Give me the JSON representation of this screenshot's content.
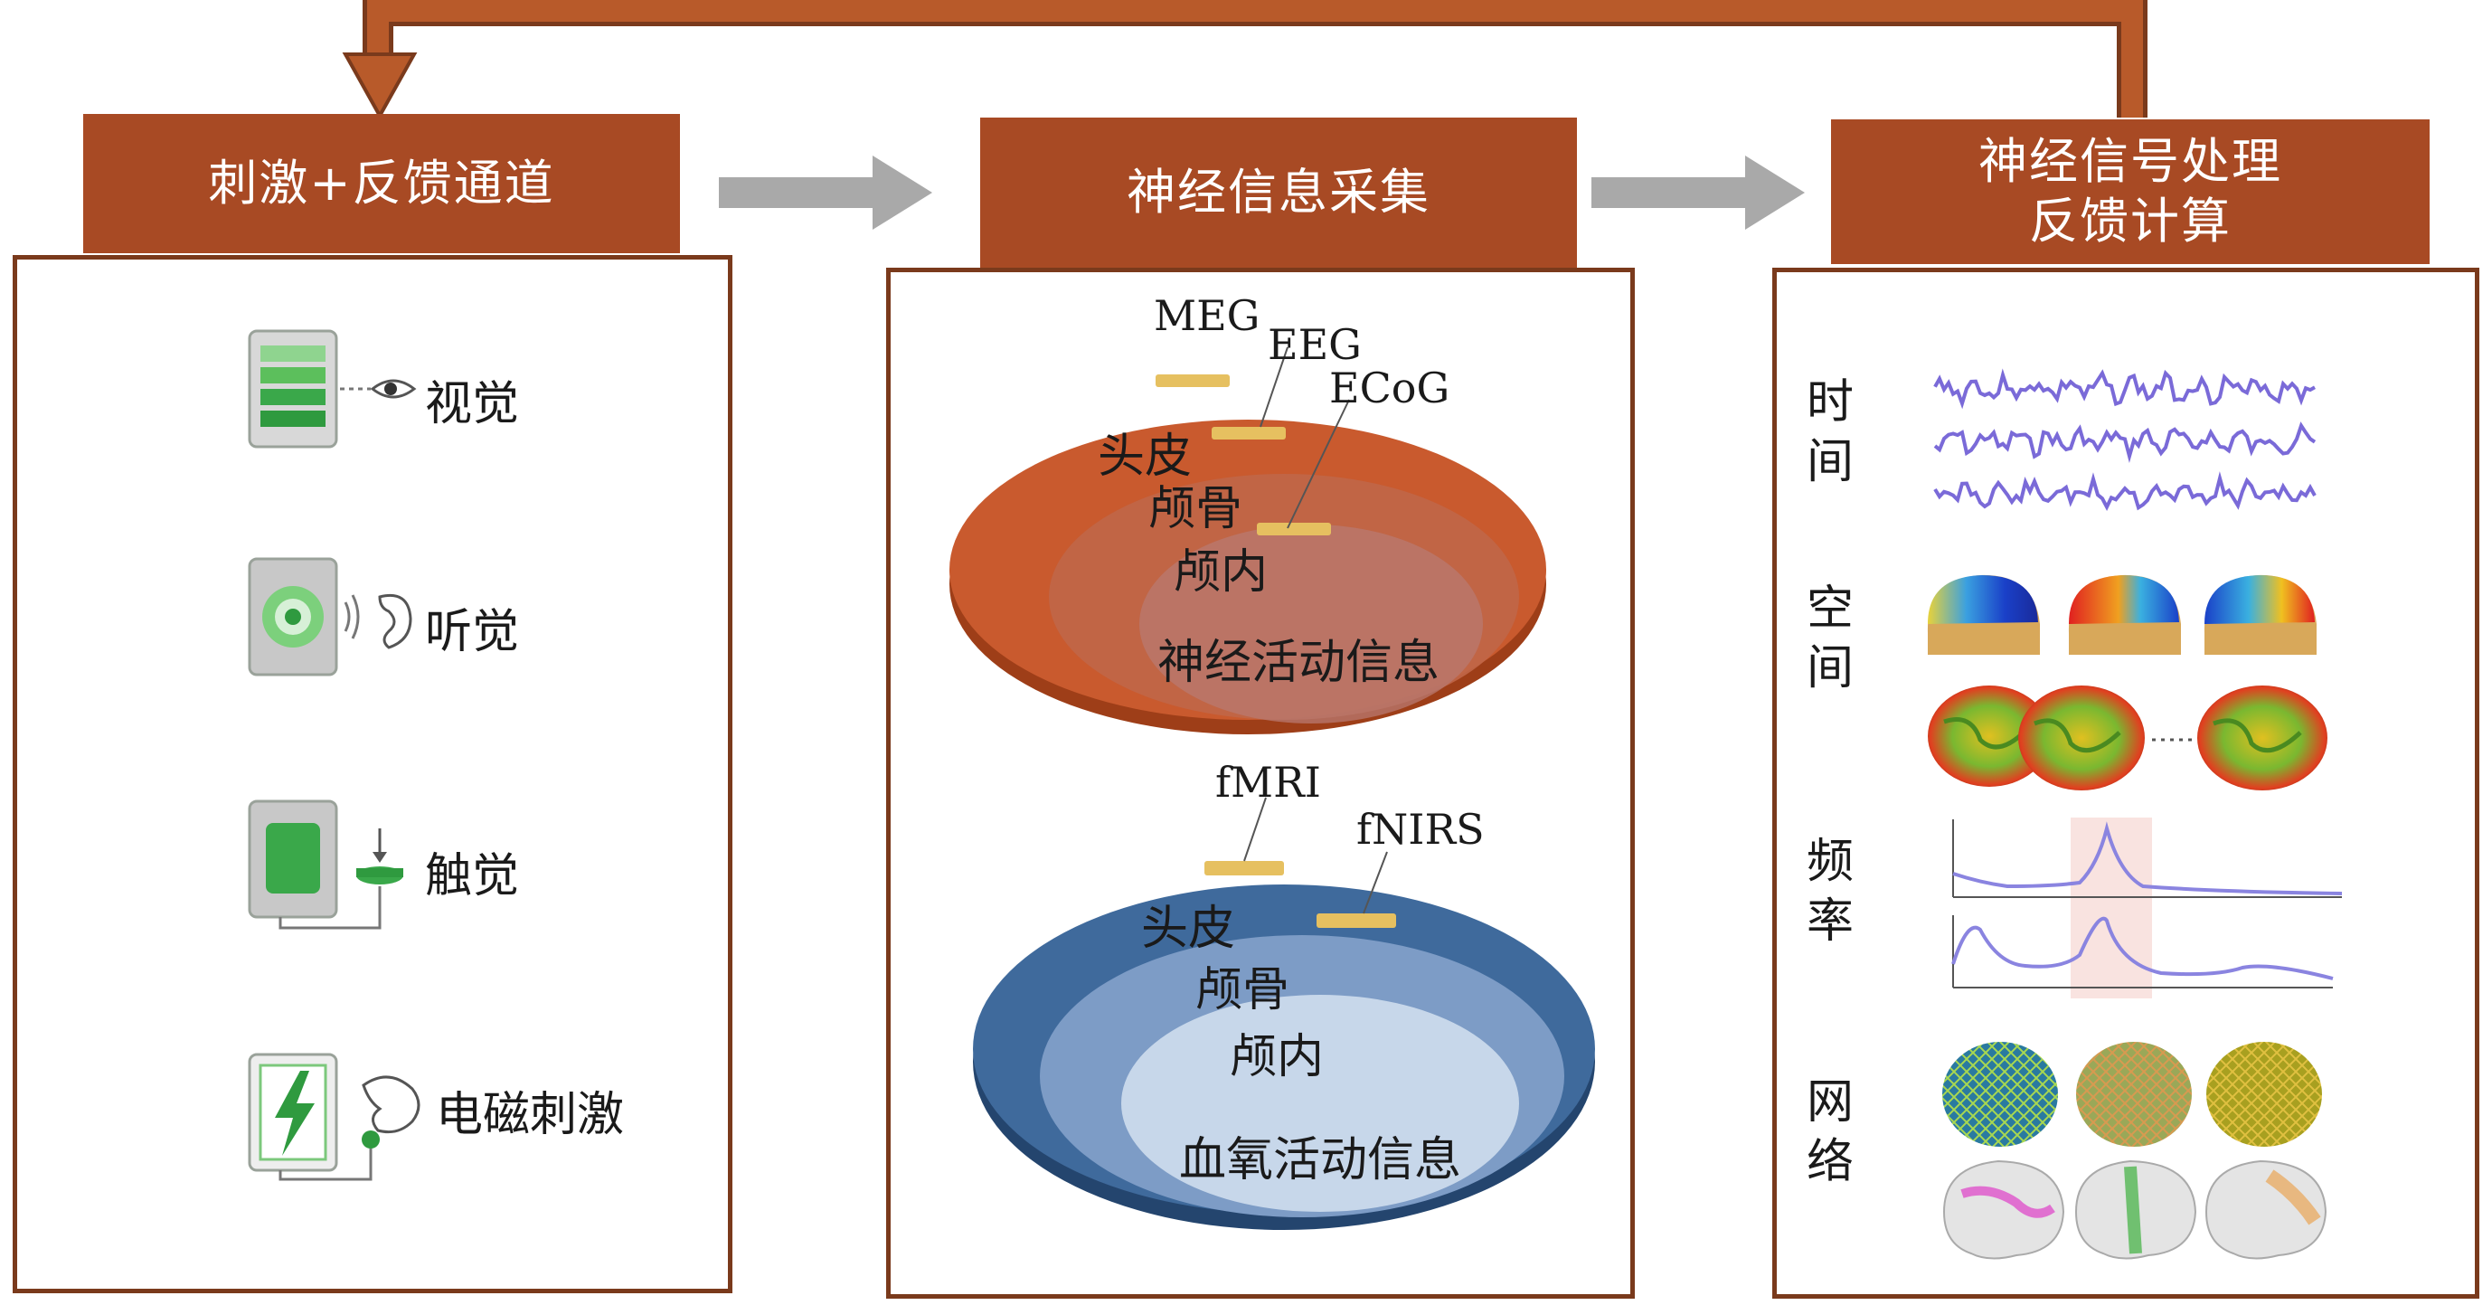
{
  "headers": {
    "stimulus": "刺激+反馈通道",
    "acquisition": "神经信息采集",
    "processing_line1": "神经信号处理",
    "processing_line2": "反馈计算"
  },
  "stimulus_channels": [
    {
      "label": "视觉",
      "icon": "eye-icon"
    },
    {
      "label": "听觉",
      "icon": "ear-icon"
    },
    {
      "label": "触觉",
      "icon": "touch-icon"
    },
    {
      "label": "电磁刺激",
      "icon": "lightning-icon"
    }
  ],
  "electrical": {
    "sensors": [
      "MEG",
      "EEG",
      "ECoG"
    ],
    "layers": [
      "头皮",
      "颅骨",
      "颅内"
    ],
    "center_label": "神经活动信息",
    "colors": {
      "outer": "#c95a2e",
      "inner": "#b87a70"
    }
  },
  "hemodynamic": {
    "sensors": [
      "fMRI",
      "fNIRS"
    ],
    "layers": [
      "头皮",
      "颅骨",
      "颅内"
    ],
    "center_label": "血氧活动信息",
    "colors": {
      "outer": "#3f6a9c",
      "inner": "#c7d7ea"
    }
  },
  "analysis_domains": [
    {
      "label": "时间"
    },
    {
      "label": "空间"
    },
    {
      "label": "频率"
    },
    {
      "label": "网络"
    }
  ],
  "colors": {
    "header_bg": "#a84a24",
    "border": "#7a3a1c",
    "arrow_gray": "#a9a9a9",
    "sensor": "#e6c060"
  }
}
